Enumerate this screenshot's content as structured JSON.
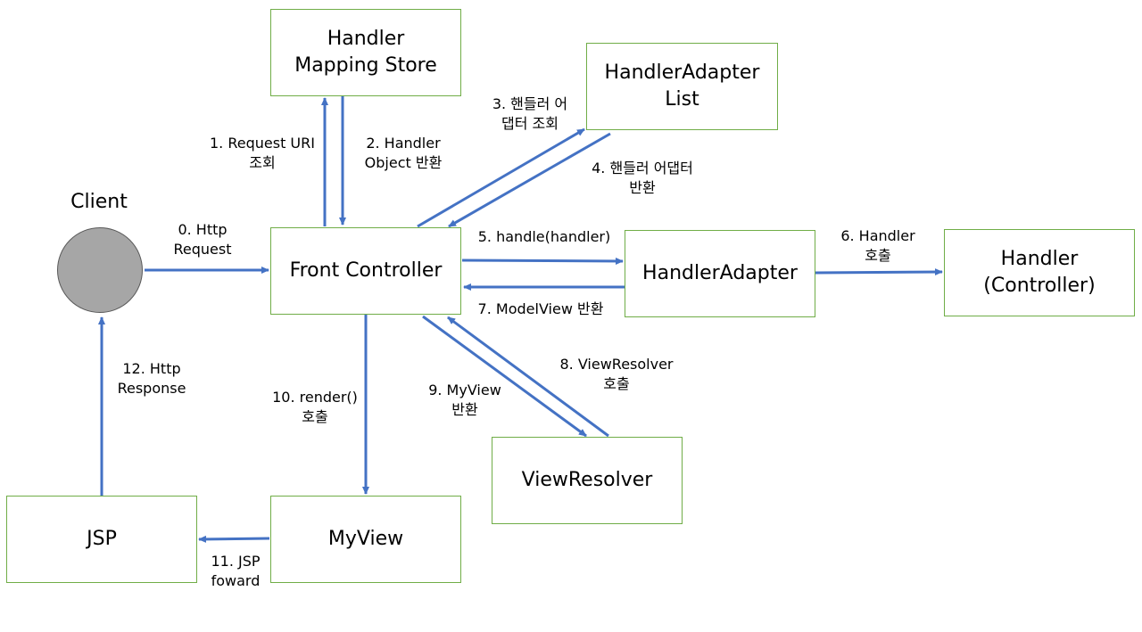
{
  "colors": {
    "box_border": "#70ad47",
    "arrow": "#4472c4",
    "client_fill": "#a6a6a6"
  },
  "nodes": {
    "client": "Client",
    "handler_mapping_store": "Handler\nMapping Store",
    "handler_adapter_list": "HandlerAdapter\nList",
    "front_controller": "Front Controller",
    "handler_adapter": "HandlerAdapter",
    "handler": "Handler\n(Controller)",
    "view_resolver": "ViewResolver",
    "my_view": "MyView",
    "jsp": "JSP"
  },
  "edges": {
    "e0": "0. Http\nRequest",
    "e1": "1. Request URI\n조회",
    "e2": "2. Handler\nObject 반환",
    "e3": "3. 핸들러 어\n댑터 조회",
    "e4": "4. 핸들러 어댑터\n반환",
    "e5": "5. handle(handler)",
    "e6": "6. Handler\n호출",
    "e7": "7. ModelView 반환",
    "e8": "8. ViewResolver\n호출",
    "e9": "9. MyView\n반환",
    "e10": "10. render()\n호출",
    "e11": "11. JSP\nfoward",
    "e12": "12. Http\nResponse"
  }
}
